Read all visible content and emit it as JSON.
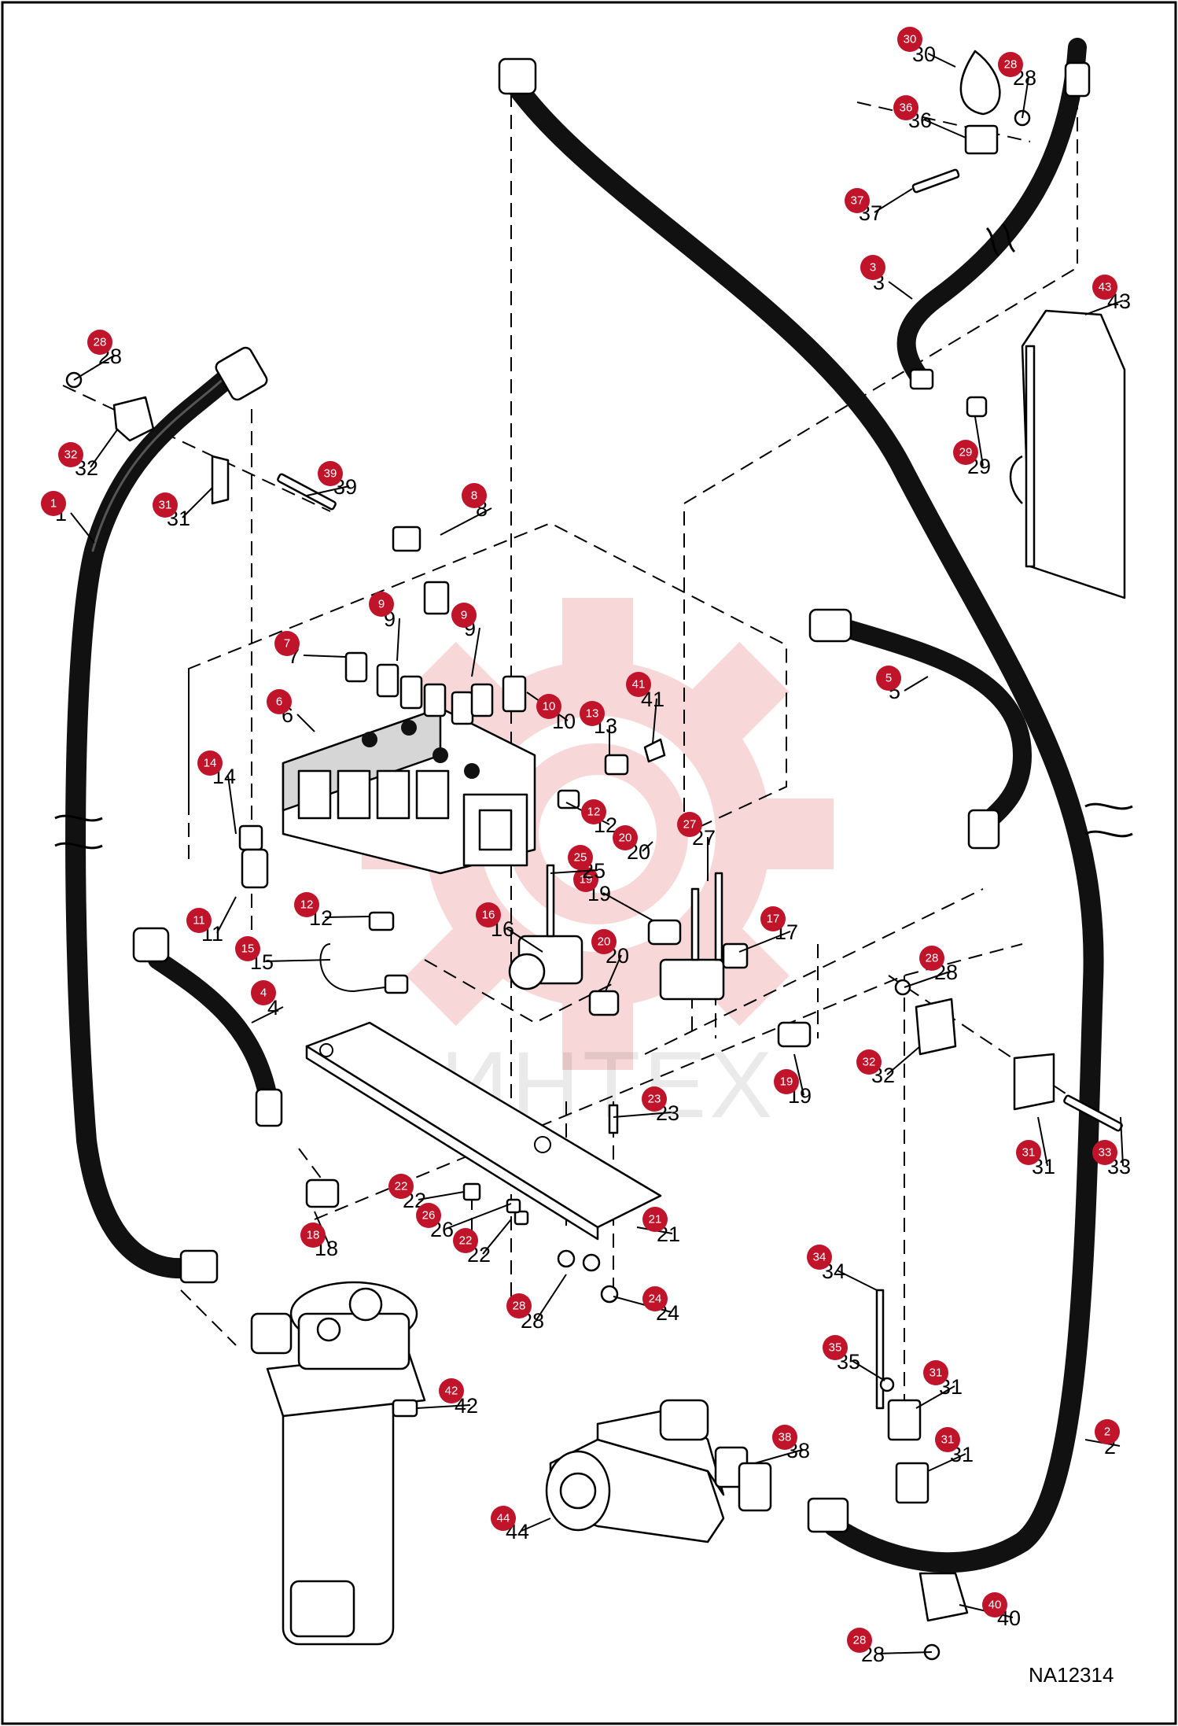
{
  "drawing_code": "NA12314",
  "watermark_text": "ИНТЕХ",
  "watermark_color": "#f2b8b8",
  "badge_color": "#c0142b",
  "callouts": [
    {
      "label": "1"
    },
    {
      "label": "2"
    },
    {
      "label": "3"
    },
    {
      "label": "4"
    },
    {
      "label": "5"
    },
    {
      "label": "6"
    },
    {
      "label": "7"
    },
    {
      "label": "8"
    },
    {
      "label": "9"
    },
    {
      "label": "9"
    },
    {
      "label": "10"
    },
    {
      "label": "11"
    },
    {
      "label": "12"
    },
    {
      "label": "12"
    },
    {
      "label": "13"
    },
    {
      "label": "14"
    },
    {
      "label": "15"
    },
    {
      "label": "16"
    },
    {
      "label": "17"
    },
    {
      "label": "18"
    },
    {
      "label": "19"
    },
    {
      "label": "19"
    },
    {
      "label": "20"
    },
    {
      "label": "20"
    },
    {
      "label": "21"
    },
    {
      "label": "22"
    },
    {
      "label": "22"
    },
    {
      "label": "23"
    },
    {
      "label": "24"
    },
    {
      "label": "25"
    },
    {
      "label": "26"
    },
    {
      "label": "27"
    },
    {
      "label": "28"
    },
    {
      "label": "28"
    },
    {
      "label": "28"
    },
    {
      "label": "28"
    },
    {
      "label": "28"
    },
    {
      "label": "29"
    },
    {
      "label": "30"
    },
    {
      "label": "31"
    },
    {
      "label": "31"
    },
    {
      "label": "31"
    },
    {
      "label": "31"
    },
    {
      "label": "32"
    },
    {
      "label": "32"
    },
    {
      "label": "33"
    },
    {
      "label": "34"
    },
    {
      "label": "35"
    },
    {
      "label": "36"
    },
    {
      "label": "37"
    },
    {
      "label": "38"
    },
    {
      "label": "39"
    },
    {
      "label": "40"
    },
    {
      "label": "41"
    },
    {
      "label": "42"
    },
    {
      "label": "43"
    },
    {
      "label": "44"
    }
  ]
}
